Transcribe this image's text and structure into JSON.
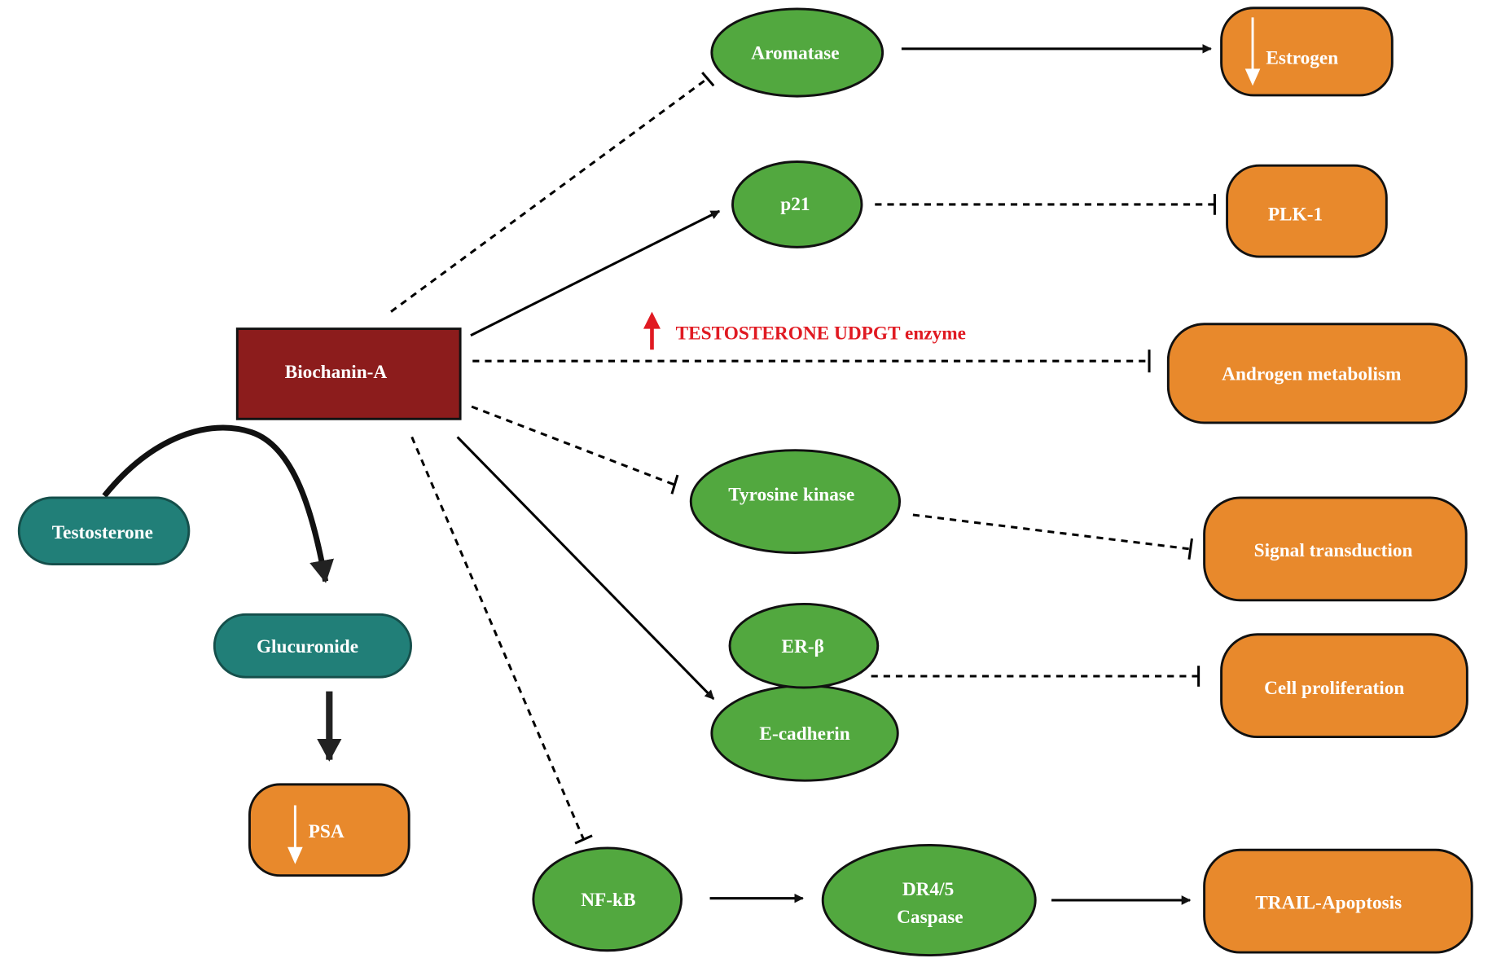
{
  "diagram": {
    "colors": {
      "drug": "#8c1c1c",
      "target": "#52a83f",
      "outcome": "#e8892c",
      "metabolite": "#217f78",
      "annotation": "#e01a22"
    },
    "source_node": {
      "id": "biochanin",
      "label": "Biochanin-A"
    },
    "targets": [
      {
        "id": "aromatase",
        "label": "Aromatase"
      },
      {
        "id": "p21",
        "label": "p21"
      },
      {
        "id": "tyrosine",
        "label": "Tyrosine kinase"
      },
      {
        "id": "erb",
        "label": "ER-β"
      },
      {
        "id": "ecad",
        "label": "E-cadherin"
      },
      {
        "id": "nfkb",
        "label": "NF-kB"
      },
      {
        "id": "dr45",
        "label_line1": "DR4/5",
        "label_line2": "Caspase"
      }
    ],
    "outcomes": [
      {
        "id": "estrogen",
        "label": "Estrogen",
        "indicator": "down-arrow"
      },
      {
        "id": "plk1",
        "label": "PLK-1"
      },
      {
        "id": "androgen",
        "label": "Androgen metabolism"
      },
      {
        "id": "signal",
        "label": "Signal transduction"
      },
      {
        "id": "cellprolif",
        "label": "Cell proliferation"
      },
      {
        "id": "trail",
        "label": "TRAIL-Apoptosis"
      },
      {
        "id": "psa",
        "label": "PSA",
        "indicator": "down-arrow"
      }
    ],
    "metabolites": [
      {
        "id": "testosterone",
        "label": "Testosterone"
      },
      {
        "id": "glucuronide",
        "label": "Glucuronide"
      }
    ],
    "annotation": {
      "text": "TESTOSTERONE UDPGT enzyme",
      "indicator": "up-arrow"
    },
    "edges": [
      {
        "from": "biochanin",
        "to": "aromatase",
        "type": "inhibition",
        "style": "dashed"
      },
      {
        "from": "aromatase",
        "to": "estrogen",
        "type": "activation",
        "style": "solid"
      },
      {
        "from": "biochanin",
        "to": "p21",
        "type": "activation",
        "style": "solid"
      },
      {
        "from": "p21",
        "to": "plk1",
        "type": "inhibition",
        "style": "dashed"
      },
      {
        "from": "biochanin",
        "to": "androgen",
        "type": "inhibition",
        "style": "dashed"
      },
      {
        "from": "biochanin",
        "to": "tyrosine",
        "type": "inhibition",
        "style": "dashed"
      },
      {
        "from": "tyrosine",
        "to": "signal",
        "type": "inhibition",
        "style": "dashed"
      },
      {
        "from": "biochanin",
        "to": "ecad",
        "type": "activation",
        "style": "solid"
      },
      {
        "from": "erb",
        "to": "cellprolif",
        "type": "inhibition",
        "style": "dashed"
      },
      {
        "from": "biochanin",
        "to": "nfkb",
        "type": "inhibition",
        "style": "dashed"
      },
      {
        "from": "nfkb",
        "to": "dr45",
        "type": "activation",
        "style": "solid"
      },
      {
        "from": "dr45",
        "to": "trail",
        "type": "activation",
        "style": "solid"
      },
      {
        "from": "testosterone",
        "to": "glucuronide",
        "type": "activation",
        "style": "solid-curved"
      },
      {
        "from": "glucuronide",
        "to": "psa",
        "type": "activation",
        "style": "solid-bold"
      }
    ]
  }
}
